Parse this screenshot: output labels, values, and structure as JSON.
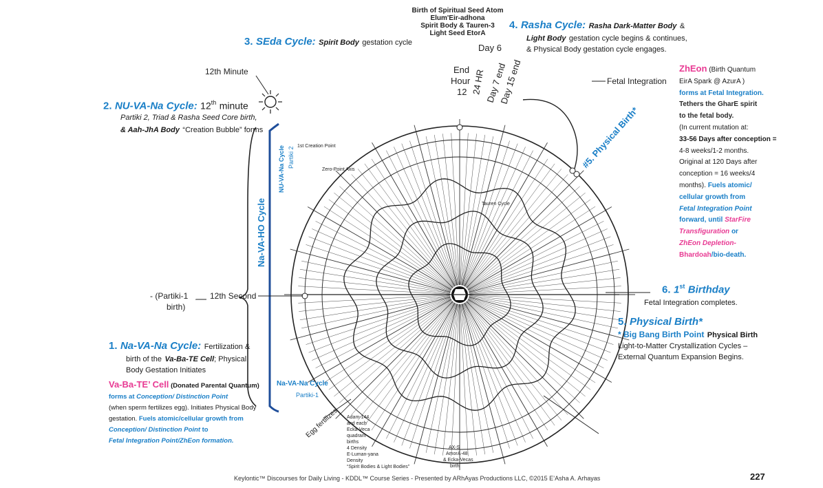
{
  "top_center": {
    "line1": "Birth of Spiritual Seed Atom",
    "line2": "Elum'Eir-adhona",
    "line3": "Spirit Body & Tauren-3",
    "line4": "Light Seed EtorA"
  },
  "cycle3": {
    "num": "3.",
    "name": "SEda Cycle:",
    "bold": "Spirit Body",
    "rest": "gestation cycle"
  },
  "cycle4": {
    "num": "4.",
    "name": "Rasha Cycle:",
    "l1a": "Rasha Dark-Matter Body",
    "l1b": "&",
    "l2a": "Light Body",
    "l2b": "gestation cycle begins & continues,",
    "l3": "& Physical Body gestation cycle engages."
  },
  "cycle2": {
    "num": "2.",
    "name": "NU-VA-Na Cycle:",
    "rest": "12",
    "sup": "th",
    "rest2": "minute",
    "l2": "Partiki 2, Triad & Rasha Seed Core birth,",
    "l3a": "& Aah-JhA Body",
    "l3b": "“Creation Bubble” forms"
  },
  "zheon": {
    "title": "ZhEon",
    "sub": "(Birth Quantum",
    "sub2": "EirA Spark @ AzurA )",
    "l1": "forms at Fetal Integration.",
    "l2": "Tethers the GharE spirit",
    "l3": "to the fetal body.",
    "l4": "(In current mutation at:",
    "l5": "33-56 Days after conception =",
    "l6": "4-8 weeks/1-2 months.",
    "l7": "Original at 120 Days after",
    "l8": "conception = 16 weeks/4",
    "l9a": "months).",
    "l9b": "Fuels atomic/",
    "l10": "cellular growth from",
    "l11": "Fetal Integration Point",
    "l12a": "forward, until",
    "l12b": "StarFire",
    "l13a": "Transfiguration",
    "l13b": "or",
    "l14": "ZhEon Depletion-",
    "l15a": "Bhardoah",
    "l15b": "/bio-death."
  },
  "cycle6": {
    "num": "6.",
    "name": "1",
    "sup": "st",
    "name2": "Birthday",
    "sub": "Fetal Integration completes."
  },
  "cycle5": {
    "num": "5.",
    "name": "Physical Birth*",
    "l1a": "* Big Bang Birth Point",
    "l1b": "Physical Birth",
    "l2": "Light-to-Matter Crystallization Cycles –",
    "l3": "External Quantum Expansion Begins."
  },
  "cycle1": {
    "num": "1.",
    "name": "Na-VA-Na Cycle:",
    "rest": "Fertilization &",
    "l2a": "birth of the",
    "l2b": "Va-Ba-TE Cell",
    "l2c": "; Physical",
    "l3": "Body Gestation Initiates",
    "cell_title": "Va-Ba-TE’ Cell",
    "cell_sub": "(Donated Parental Quantum)",
    "c1": "forms at",
    "c1b": "Conception/ Distinction Point",
    "c2": "(when sperm fertilizes egg). Initiates Physical Body",
    "c3a": "gestation.",
    "c3b": "Fuels atomic/cellular growth from",
    "c4a": "Conception/ Distinction Point",
    "c4b": "to",
    "c5": "Fetal Integration Point/ZhEon formation."
  },
  "diagram_labels": {
    "minute12": "12th Minute",
    "second12": "12th Second",
    "partiki1": "- (Partiki-1",
    "partiki1b": "birth)",
    "dash": "—",
    "day6": "Day 6",
    "end_hour": "End",
    "end_hour2": "Hour",
    "end_hour3": "12",
    "hr24": "24 HR",
    "day7": "Day 7 end",
    "day15": "Day 15 end",
    "fetal_integration": "Fetal Integration",
    "physical_birth_arc": "#5. Physical Birth*",
    "navaho": "Na-VA-HO Cycle",
    "nuvana": "NU-VA-Na Cycle",
    "partiki2": "Partiki 2",
    "navana_lower": "Na-VA-Na Cycle",
    "partiki1_lower": "Partiki-1",
    "egg": "Egg fertilizes",
    "creation_point": "1st Creation Point",
    "zero_point": "Zero-Point Axis",
    "tauren_cycle": "Tauren Cycle",
    "bottom_note1": "Adam-144",
    "bottom_note2": "and each",
    "bottom_note3": "Ecka-Veca",
    "bottom_note4": "quadrant",
    "bottom_note5": "births",
    "bottom_note6": "4 Density",
    "bottom_note7": "E-Luman-yana",
    "bottom_note8": "Density",
    "bottom_note9": "“Spirit Bodies & Light Bodies”",
    "ax_s": "AX-S",
    "amora48": "AmorA-48",
    "eckaveca": "& Ecka-Vecas",
    "birth": "birth"
  },
  "footer": {
    "text": "Keylontic™ Discourses for Daily Living - KDDL™ Course Series - Presented by ARhAyas Productions LLC, ©2015 E’Asha A. Arhayas",
    "page": "227"
  }
}
